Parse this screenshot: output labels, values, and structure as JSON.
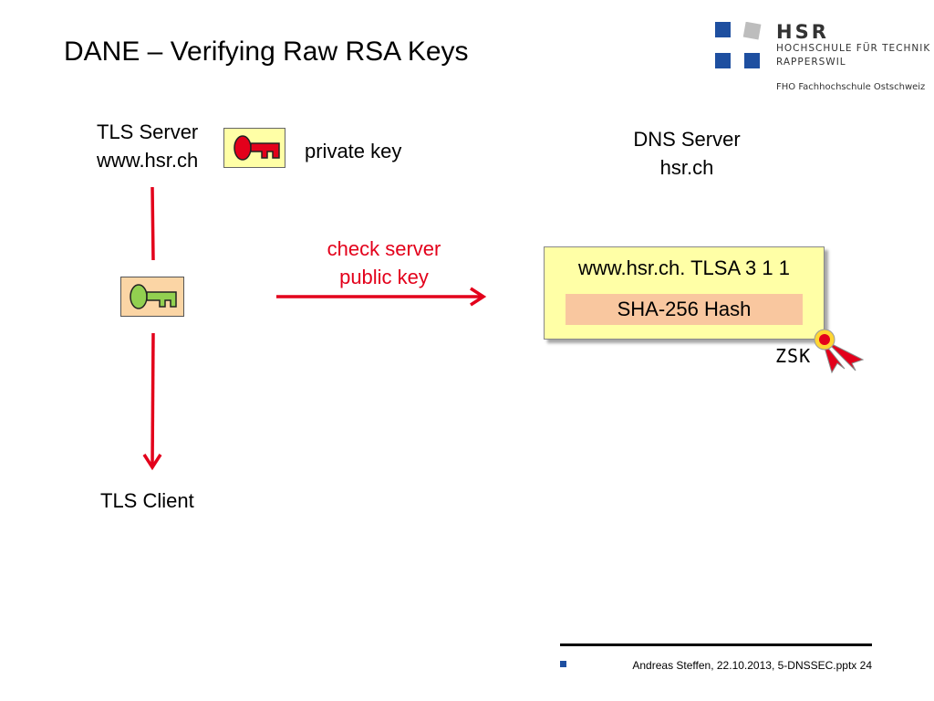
{
  "slide": {
    "title": "DANE – Verifying Raw RSA Keys",
    "logo": {
      "name": "HSR",
      "line1": "HOCHSCHULE FÜR TECHNIK",
      "line2": "RAPPERSWIL",
      "line3": "FHO Fachhochschule Ostschweiz"
    },
    "tls_server": {
      "line1": "TLS Server",
      "line2": "www.hsr.ch"
    },
    "private_key_label": "private key",
    "dns_server": {
      "line1": "DNS Server",
      "line2": "hsr.ch"
    },
    "check_label": {
      "line1": "check server",
      "line2": "public key"
    },
    "dns_record": {
      "tlsa": "www.hsr.ch. TLSA 3 1 1",
      "hash": "SHA-256 Hash"
    },
    "zsk_label": "ZSK",
    "tls_client": "TLS Client",
    "footer": "Andreas Steffen, 22.10.2013, 5-DNSSEC.pptx 24"
  },
  "colors": {
    "arrow": "#e3001b",
    "private_key": "#e3001b",
    "public_key": "#92d050",
    "key_box_private": "#ffffa6",
    "key_box_public": "#fbd5a5",
    "dns_box": "#ffffa6",
    "hash_bar": "#f9c79f",
    "logo_blue": "#1e4fa0"
  },
  "icons": {
    "private_key": "key-icon",
    "public_key": "key-icon",
    "zsk_seal": "rosette-seal-icon"
  }
}
